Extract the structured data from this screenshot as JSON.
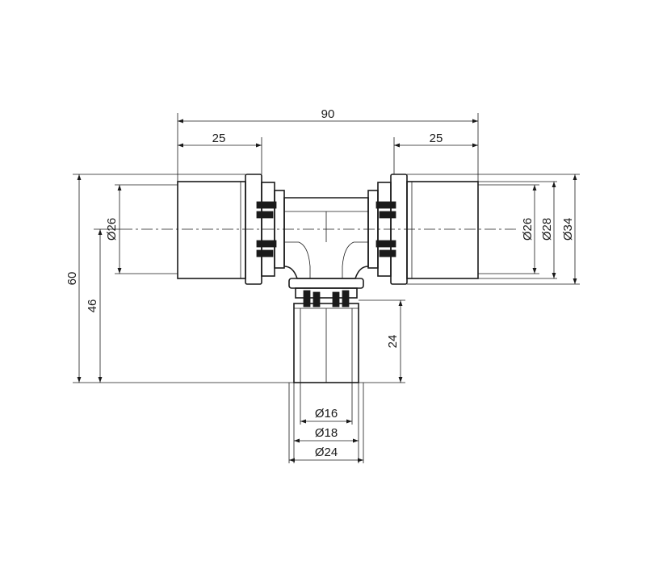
{
  "dimensions": {
    "overall_width": "90",
    "left_socket_length": "25",
    "right_socket_length": "25",
    "overall_height": "60",
    "center_height": "46",
    "branch_socket_length": "24",
    "left_diameter": "Ø26",
    "right_inner_diameter": "Ø26",
    "right_middle_diameter": "Ø28",
    "right_outer_diameter": "Ø34",
    "branch_inner_diameter": "Ø16",
    "branch_middle_diameter": "Ø18",
    "branch_outer_diameter": "Ø24"
  }
}
